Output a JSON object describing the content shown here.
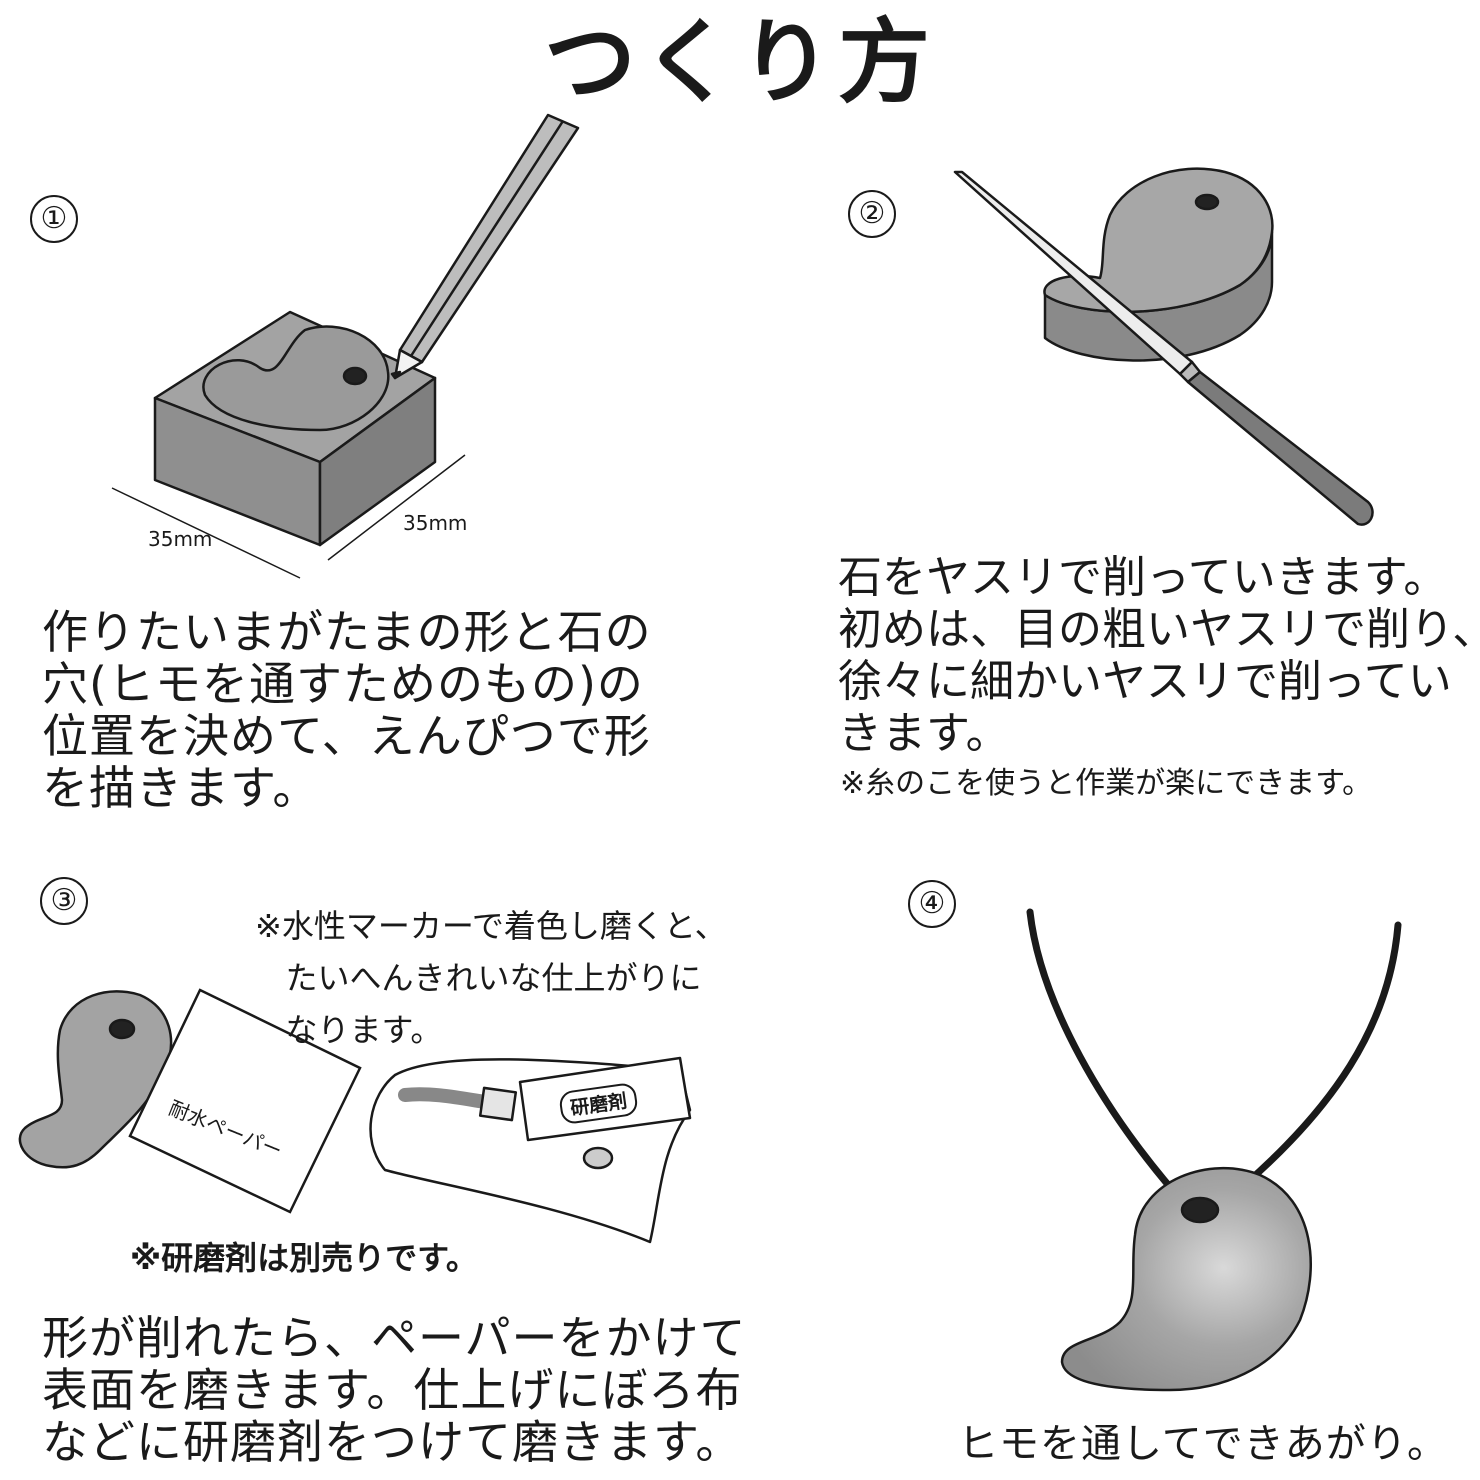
{
  "title": "つくり方",
  "steps": [
    {
      "number": "①",
      "text": "作りたいまがたまの形と石の\n穴(ヒモを通すためのもの)の\n位置を決めて、えんぴつで形\nを描きます。",
      "dim_width": "35mm",
      "dim_depth": "35mm"
    },
    {
      "number": "②",
      "text": "石をヤスリで削っていきます。\n初めは、目の粗いヤスリで削り、\n徐々に細かいヤスリで削ってい\nきます。",
      "note": "※糸のこを使うと作業が楽にできます。"
    },
    {
      "number": "③",
      "note_top": "※水性マーカーで着色し磨くと、\n   たいへんきれいな仕上がりに\n   なります。",
      "paper_label": "耐水ペーパー",
      "tube_label": "研磨剤",
      "note_bottom": "※研磨剤は別売りです。",
      "text": "形が削れたら、ペーパーをかけて\n表面を磨きます。仕上げにぼろ布\nなどに研磨剤をつけて磨きます。"
    },
    {
      "number": "④",
      "text": "ヒモを通してできあがり。"
    }
  ]
}
